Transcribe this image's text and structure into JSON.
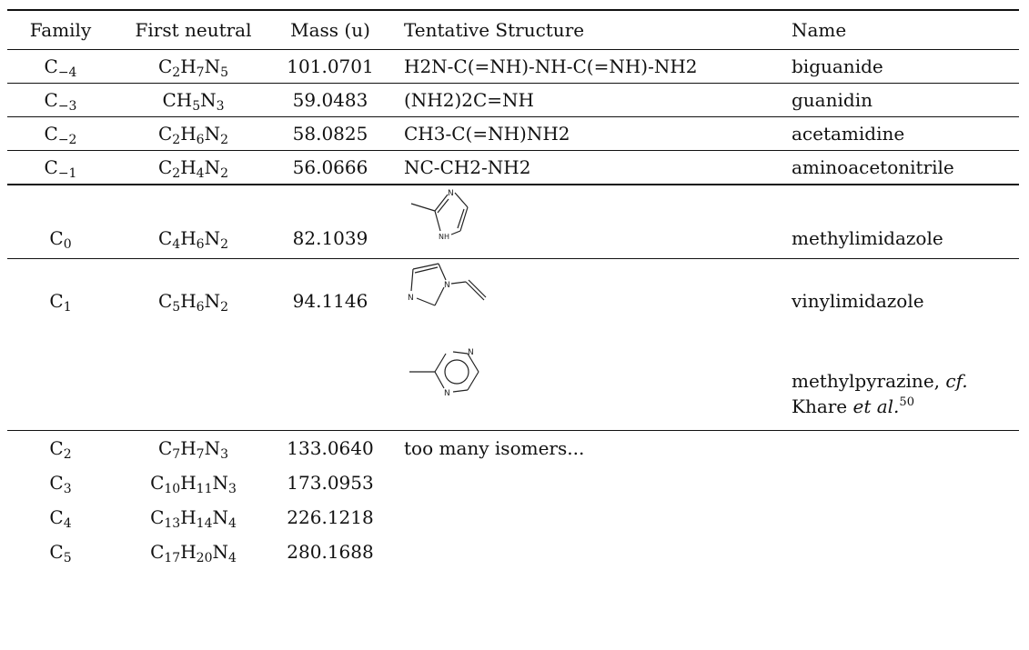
{
  "header": {
    "family": "Family",
    "first_neutral": "First neutral",
    "mass": "Mass (u)",
    "structure": "Tentative Structure",
    "name": "Name"
  },
  "rows": [
    {
      "family_base": "C",
      "family_sub": "−4",
      "neutral": [
        [
          "C",
          "2"
        ],
        [
          "H",
          "7"
        ],
        [
          "N",
          "5"
        ]
      ],
      "mass": "101.0701",
      "structure": "H2N-C(=NH)-NH-C(=NH)-NH2",
      "name": "biguanide"
    },
    {
      "family_base": "C",
      "family_sub": "−3",
      "neutral": [
        [
          "CH",
          "5"
        ],
        [
          "N",
          "3"
        ]
      ],
      "mass": "59.0483",
      "structure": "(NH2)2C=NH",
      "name": "guanidin"
    },
    {
      "family_base": "C",
      "family_sub": "−2",
      "neutral": [
        [
          "C",
          "2"
        ],
        [
          "H",
          "6"
        ],
        [
          "N",
          "2"
        ]
      ],
      "mass": "58.0825",
      "structure": "CH3-C(=NH)NH2",
      "name": "acetamidine"
    },
    {
      "family_base": "C",
      "family_sub": "−1",
      "neutral": [
        [
          "C",
          "2"
        ],
        [
          "H",
          "4"
        ],
        [
          "N",
          "2"
        ]
      ],
      "mass": "56.0666",
      "structure": "NC-CH2-NH2",
      "name": "aminoacetonitrile"
    },
    {
      "family_base": "C",
      "family_sub": "0",
      "neutral": [
        [
          "C",
          "4"
        ],
        [
          "H",
          "6"
        ],
        [
          "N",
          "2"
        ]
      ],
      "mass": "82.1039",
      "structure_icon": "methylimidazole-structure-icon",
      "name": "methylimidazole"
    },
    {
      "family_base": "C",
      "family_sub": "1",
      "neutral": [
        [
          "C",
          "5"
        ],
        [
          "H",
          "6"
        ],
        [
          "N",
          "2"
        ]
      ],
      "mass": "94.1146",
      "structure_icon": "vinylimidazole-structure-icon",
      "name": "vinylimidazole"
    },
    {
      "structure_icon": "methylpyrazine-structure-icon",
      "name_a": "methylpyrazine, ",
      "name_cf": "cf.",
      "name_b": "Khare ",
      "name_etal": "et al.",
      "name_ref": "50"
    },
    {
      "family_base": "C",
      "family_sub": "2",
      "neutral": [
        [
          "C",
          "7"
        ],
        [
          "H",
          "7"
        ],
        [
          "N",
          "3"
        ]
      ],
      "mass": "133.0640",
      "structure": "too many isomers...",
      "name": ""
    },
    {
      "family_base": "C",
      "family_sub": "3",
      "neutral": [
        [
          "C",
          "10"
        ],
        [
          "H",
          "11"
        ],
        [
          "N",
          "3"
        ]
      ],
      "mass": "173.0953",
      "structure": "",
      "name": ""
    },
    {
      "family_base": "C",
      "family_sub": "4",
      "neutral": [
        [
          "C",
          "13"
        ],
        [
          "H",
          "14"
        ],
        [
          "N",
          "4"
        ]
      ],
      "mass": "226.1218",
      "structure": "",
      "name": ""
    },
    {
      "family_base": "C",
      "family_sub": "5",
      "neutral": [
        [
          "C",
          "17"
        ],
        [
          "H",
          "20"
        ],
        [
          "N",
          "4"
        ]
      ],
      "mass": "280.1688",
      "structure": "",
      "name": ""
    }
  ],
  "atom_labels": {
    "N": "N",
    "NH": "NH"
  }
}
